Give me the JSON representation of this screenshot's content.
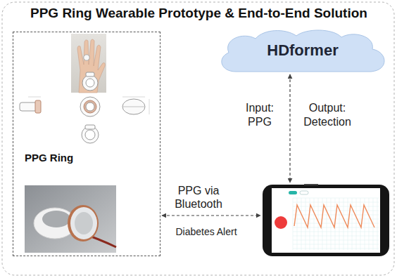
{
  "diagram": {
    "title": "PPG Ring Wearable Prototype & End-to-End Solution",
    "nodes": [
      {
        "text": [
          "PPG Ring"
        ]
      },
      {
        "text": [
          "HDformer"
        ]
      },
      {
        "text": []
      }
    ],
    "edges": [
      {
        "from": 0,
        "to": 2,
        "arrow": "both"
      },
      {
        "from": 1,
        "to": 2,
        "arrow": "both"
      }
    ],
    "labels": [
      "Input: PPG",
      "Output: Detection",
      "PPG via Bluetooth",
      "Diabetes Alert"
    ]
  }
}
